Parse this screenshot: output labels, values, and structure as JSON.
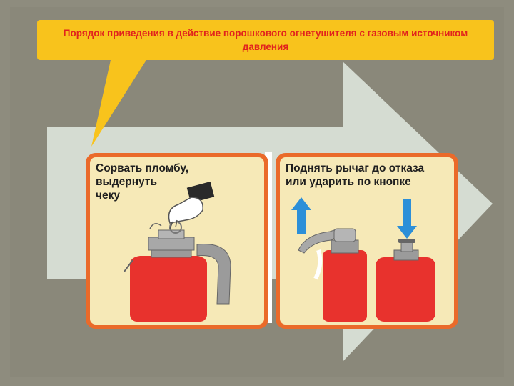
{
  "title": "Порядок приведения в действие порошкового огнетушителя с газовым источником давления",
  "steps": [
    {
      "text": "Сорвать пломбу,\nвыдернуть\nчеку"
    },
    {
      "text": "Поднять рычаг до отказа\nили ударить по кнопке"
    }
  ],
  "colors": {
    "frame": "#8e8c7e",
    "arrow": "#d5dcd2",
    "title_bg": "#f8c31c",
    "title_text": "#e1231d",
    "panel_border": "#ea6a2a",
    "panel_bg": "#f6e9b7",
    "extinguisher_red": "#e8322d",
    "arrow_blue": "#2c8fd8"
  },
  "icons": [
    "hand-icon",
    "extinguisher-icon",
    "arrow-up-icon",
    "arrow-down-icon"
  ]
}
